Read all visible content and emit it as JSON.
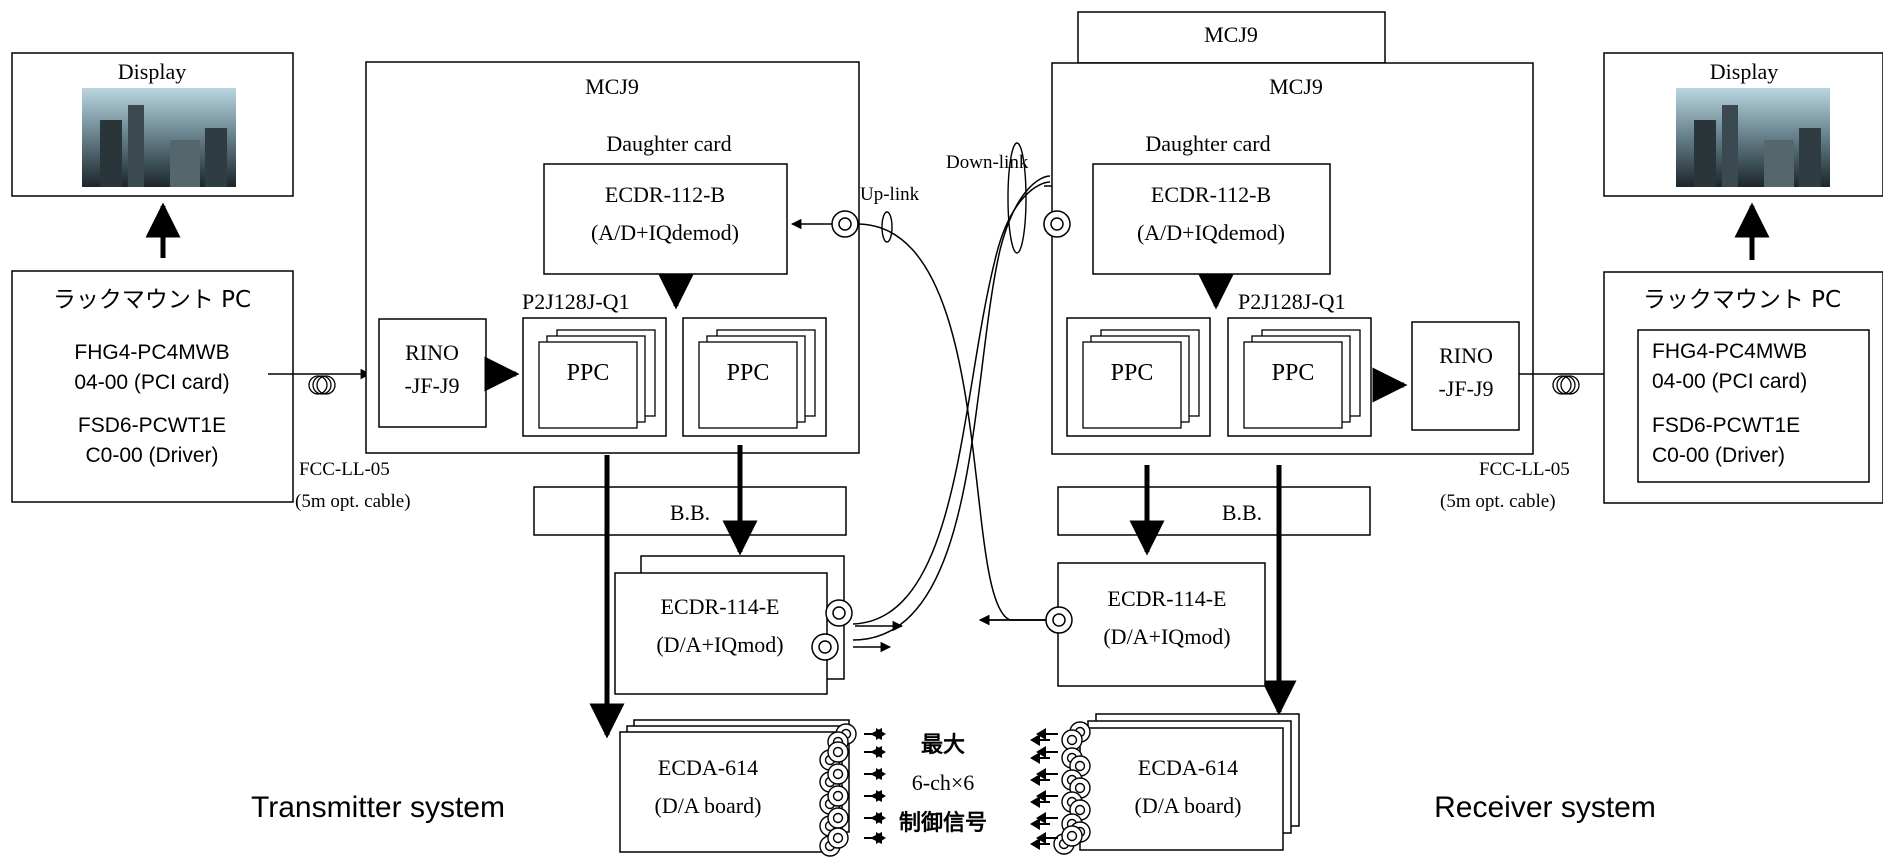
{
  "left": {
    "display_label": "Display",
    "pc_label": "ラックマウント PC",
    "card_line1": "FHG4-PC4MWB",
    "card_line2": "04-00 (PCI card)",
    "driver_line1": "FSD6-PCWT1E",
    "driver_line2": "C0-00 (Driver)",
    "cable_line1": "FCC-LL-05",
    "cable_line2": "(5m opt. cable)",
    "mcj_label": "MCJ9",
    "daughter_label": "Daughter card",
    "ecdr112_line1": "ECDR-112-B",
    "ecdr112_line2": "(A/D+IQdemod)",
    "p2j_label": "P2J128J-Q1",
    "rino_line1": "RINO",
    "rino_line2": "-JF-J9",
    "ppc1": "PPC",
    "ppc2": "PPC",
    "bb_label": "B.B.",
    "ecdr114_line1": "ECDR-114-E",
    "ecdr114_line2": "(D/A+IQmod)",
    "ecda_line1": "ECDA-614",
    "ecda_line2": "(D/A board)",
    "system_label": "Transmitter system"
  },
  "right": {
    "display_label": "Display",
    "pc_label": "ラックマウント PC",
    "card_line1": "FHG4-PC4MWB",
    "card_line2": "04-00 (PCI card)",
    "driver_line1": "FSD6-PCWT1E",
    "driver_line2": "C0-00 (Driver)",
    "cable_line1": "FCC-LL-05",
    "cable_line2": "(5m opt. cable)",
    "mcj_top_label": "MCJ9",
    "mcj_label": "MCJ9",
    "daughter_label": "Daughter card",
    "ecdr112_line1": "ECDR-112-B",
    "ecdr112_line2": "(A/D+IQdemod)",
    "p2j_label": "P2J128J-Q1",
    "rino_line1": "RINO",
    "rino_line2": "-JF-J9",
    "ppc1": "PPC",
    "ppc2": "PPC",
    "bb_label": "B.B.",
    "ecdr114_line1": "ECDR-114-E",
    "ecdr114_line2": "(D/A+IQmod)",
    "ecda_line1": "ECDA-614",
    "ecda_line2": "(D/A board)",
    "system_label": "Receiver system"
  },
  "links": {
    "uplink": "Up-link",
    "downlink": "Down-link"
  },
  "center": {
    "line1": "最大",
    "line2": "6-ch×6",
    "line3": "制御信号"
  },
  "colors": {
    "stroke": "#000000",
    "photo_sky": "#cfe2e8",
    "photo_dark": "#1e2a30"
  }
}
